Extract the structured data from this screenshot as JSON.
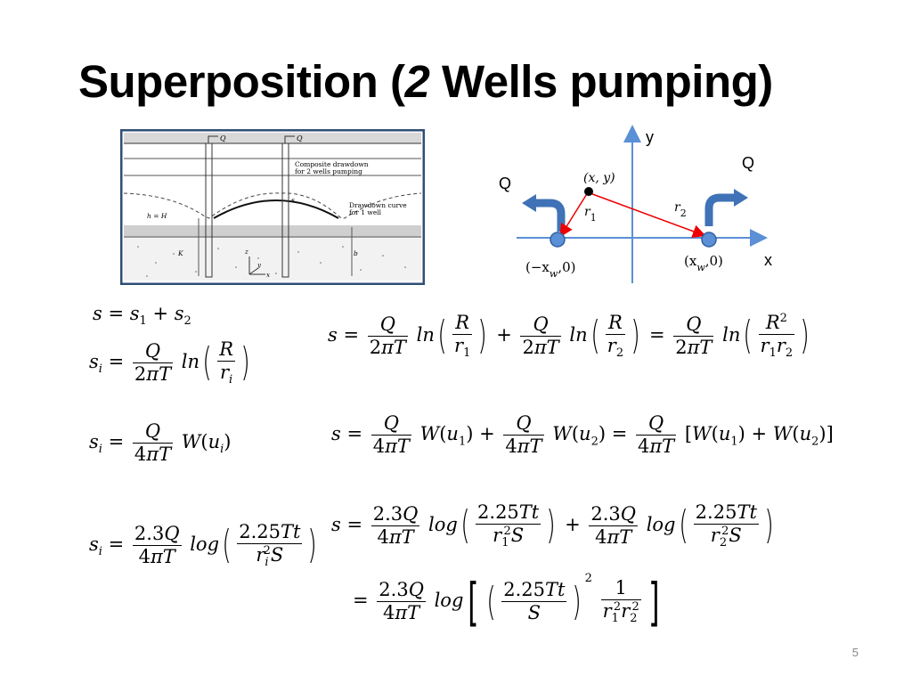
{
  "title": {
    "pre": "Superposition (",
    "num": "2",
    "post": " Wells pumping)"
  },
  "figure_aquifer": {
    "q_left": "Q",
    "q_right": "Q",
    "composite": "Composite drawdown",
    "composite2": "for 2 wells pumping",
    "drawdown": "Drawdown curve",
    "drawdown2": "for 1 well",
    "h_label": "h = H",
    "k_label": "K",
    "b_label": "b",
    "s_label": "s",
    "z_label": "z",
    "x_label": "x",
    "y_label": "y"
  },
  "figure_coords": {
    "y_axis": "y",
    "x_axis": "x",
    "q_left": "Q",
    "q_right": "Q",
    "point": "(x, y)",
    "r1": "r",
    "r1_sub": "1",
    "r2": "r",
    "r2_sub": "2",
    "left_well": "(−x",
    "left_well_sub": "w",
    "left_well_end": ",0)",
    "right_well": "(x",
    "right_well_sub": "w",
    "right_well_end": ",0)"
  },
  "page_number": "5"
}
